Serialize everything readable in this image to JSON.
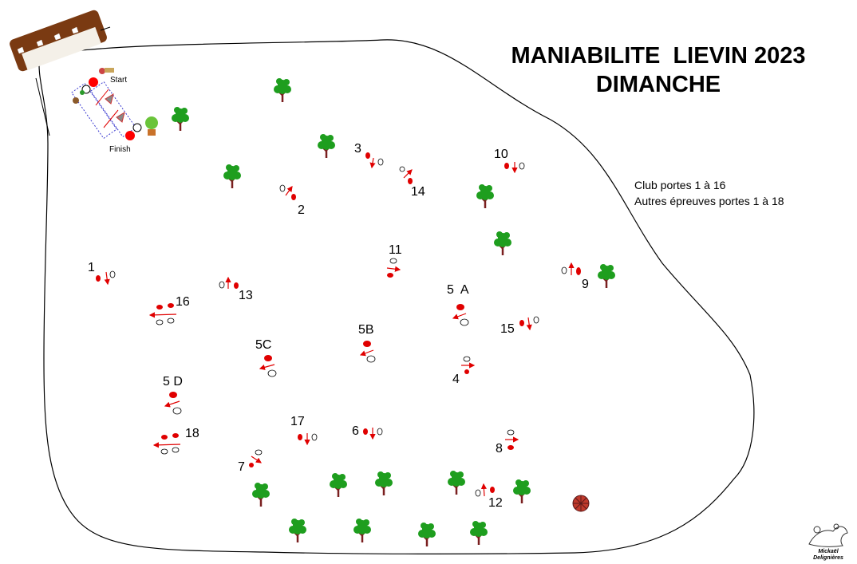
{
  "title": {
    "line1": "MANIABILITE  LIEVIN 2023",
    "line2": "DIMANCHE"
  },
  "info": {
    "line1": "Club portes 1 à 16",
    "line2": "Autres épreuves portes 1 à 18"
  },
  "start_label": "Start",
  "finish_label": "Finish",
  "gates": {
    "g1": "1",
    "g2": "2",
    "g3": "3",
    "g4": "4",
    "g5a": "5  A",
    "g5b": "5B",
    "g5c": "5C",
    "g5d": "5 D",
    "g6": "6",
    "g7": "7",
    "g8": "8",
    "g9": "9",
    "g10": "10",
    "g11": "11",
    "g12": "12",
    "g13": "13",
    "g14": "14",
    "g15": "15",
    "g16": "16",
    "g17": "17",
    "g18": "18"
  },
  "credit": {
    "line1": "Mickaël",
    "line2": "Delignières"
  },
  "colors": {
    "cone_red": "#e00000",
    "tree_green": "#1e9e1e",
    "trunk": "#7a1f1f",
    "board": "#7a3a12"
  }
}
